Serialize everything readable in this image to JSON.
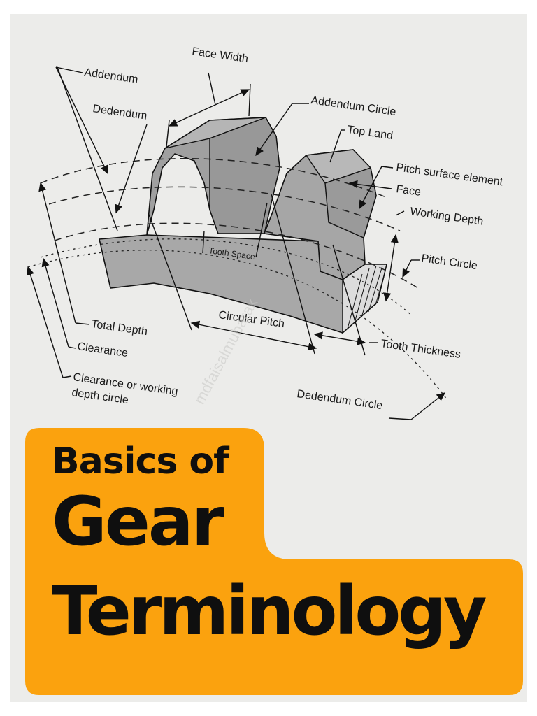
{
  "diagram": {
    "labels": {
      "addendum": "Addendum",
      "dedendum": "Dedendum",
      "face_width": "Face Width",
      "addendum_circle": "Addendum Circle",
      "top_land": "Top Land",
      "pitch_surface_element": "Pitch surface element",
      "face": "Face",
      "working_depth": "Working Depth",
      "pitch_circle": "Pitch Circle",
      "tooth_space": "Tooth Space",
      "circular_pitch": "Circular Pitch",
      "tooth_thickness": "Tooth Thickness",
      "total_depth": "Total Depth",
      "clearance": "Clearance",
      "clearance_circle_line1": "Clearance or working",
      "clearance_circle_line2": "depth circle",
      "dedendum_circle": "Dedendum Circle"
    },
    "watermark": "mdfaisalmubarak"
  },
  "title": {
    "line1": "Basics of",
    "line2": "Gear",
    "line3": "Terminology"
  },
  "colors": {
    "banner": "#fba20e",
    "gear_body": "#a8a8a8",
    "gear_shade": "#8e8e8e",
    "paper": "#ececea"
  }
}
